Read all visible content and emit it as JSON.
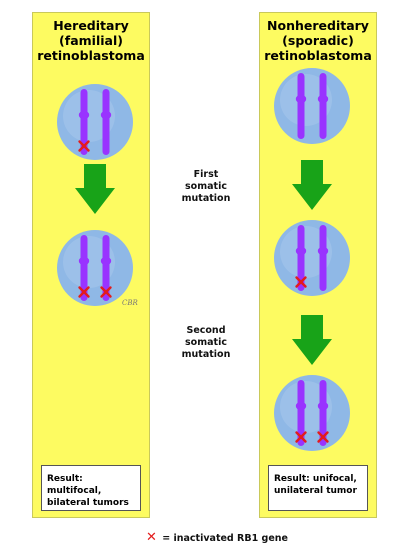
{
  "colors": {
    "panel_fill": "#fdfb61",
    "cell_fill": "#8fb8e6",
    "chromosome": "#9933ff",
    "arrow": "#18a318",
    "mutation_mark": "#e31c1c"
  },
  "panels": {
    "left": {
      "title": "Hereditary\n(familial)\nretinoblastoma",
      "result": "Result: multifocal, bilateral tumors",
      "cells": [
        {
          "marks": [
            true,
            false
          ]
        },
        {
          "marks": [
            true,
            true
          ]
        }
      ],
      "arrows": 1,
      "signature": "CBR"
    },
    "right": {
      "title": "Nonhereditary\n(sporadic)\nretinoblastoma",
      "result": "Result: unifocal, unilateral tumor",
      "cells": [
        {
          "marks": [
            false,
            false
          ]
        },
        {
          "marks": [
            true,
            false
          ]
        },
        {
          "marks": [
            true,
            true
          ]
        }
      ],
      "arrows": 2
    }
  },
  "steps": {
    "first": "First\nsomatic\nmutation",
    "second": "Second\nsomatic\nmutation"
  },
  "legend": {
    "symbol": "✕",
    "text": "= inactivated RB1 gene"
  }
}
